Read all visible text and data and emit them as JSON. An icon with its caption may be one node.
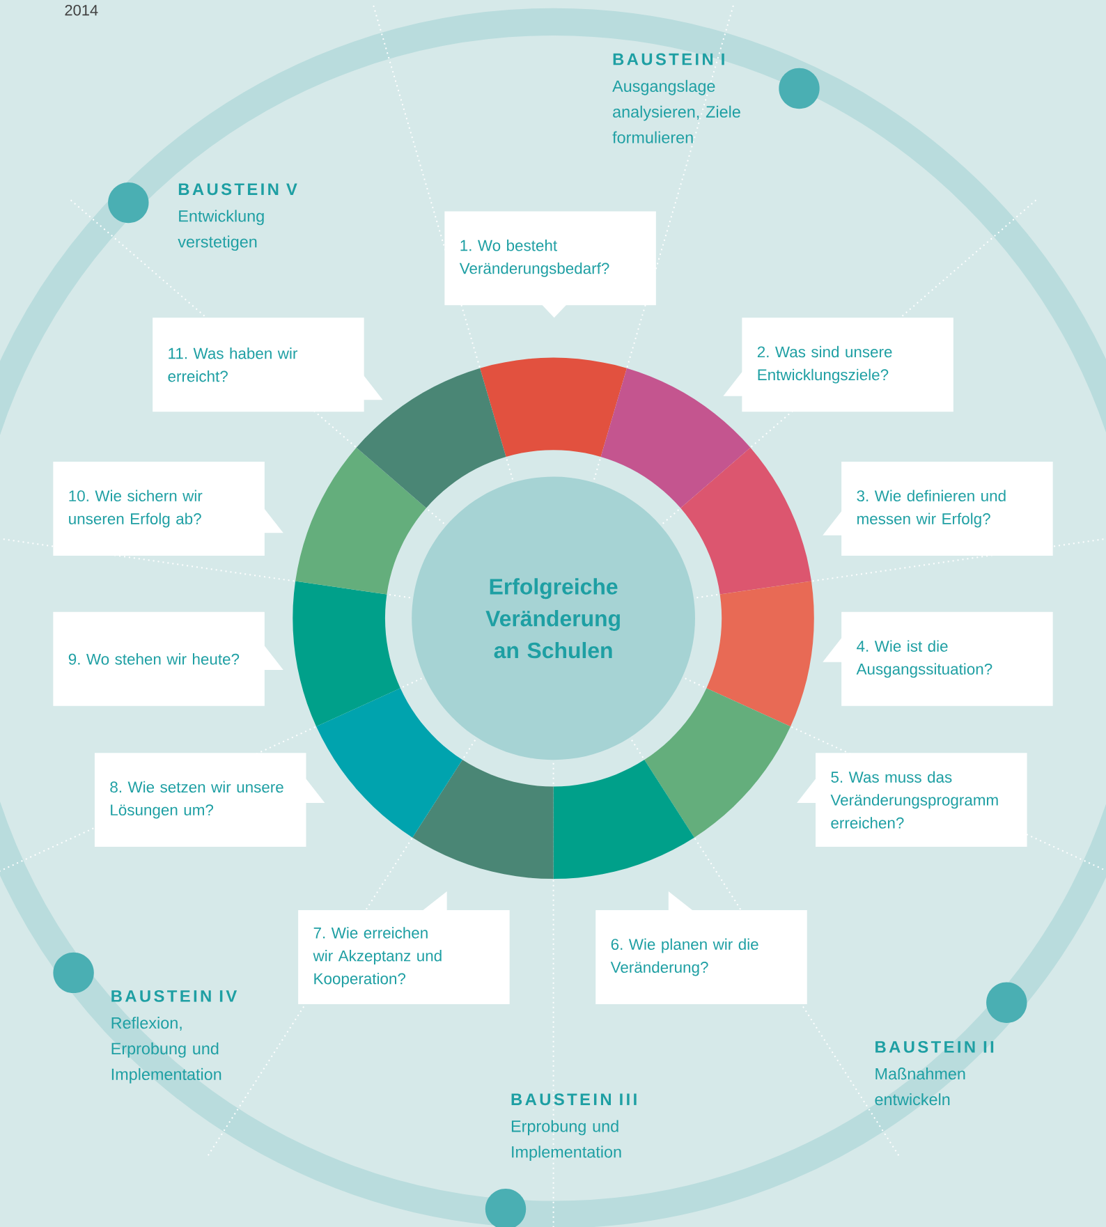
{
  "diagram": {
    "nodes": [
      {
        "text": [
          "Erfolgreiche Veränderung an Schulen"
        ]
      },
      {
        "text": [
          "1. Wo besteht Veränderungsbedarf?"
        ]
      },
      {
        "text": [
          "2. Was sind unsere Entwicklungsziele?"
        ]
      },
      {
        "text": [
          "3. Wie definieren und messen wir Erfolg?"
        ]
      },
      {
        "text": [
          "4. Wie ist die Ausgangssituation?"
        ]
      },
      {
        "text": [
          "5. Was muss das Veränderungsprogramm erreichen?"
        ]
      },
      {
        "text": [
          "6. Wie planen wir die Veränderung?"
        ]
      },
      {
        "text": [
          "7. Wie erreichen wir Akzeptanz und Kooperation?"
        ]
      },
      {
        "text": [
          "8. Wie setzen wir unsere Lösungen um?"
        ]
      },
      {
        "text": [
          "9. Wo stehen wir heute?"
        ]
      },
      {
        "text": [
          "10. Wie sichern wir unseren Erfolg ab?"
        ]
      },
      {
        "text": [
          "11. Was haben wir erreicht?"
        ]
      }
    ],
    "labels": [
      "2014",
      "BAUSTEIN I",
      "Ausgangslage analysieren, Ziele formulieren",
      "BAUSTEIN V",
      "Entwicklung verstetigen",
      "BAUSTEIN IV",
      "Reflexion, Erprobung und Implementation",
      "BAUSTEIN II",
      "Maßnahmen entwickeln",
      "BAUSTEIN III",
      "Erprobung und Implementation"
    ]
  }
}
